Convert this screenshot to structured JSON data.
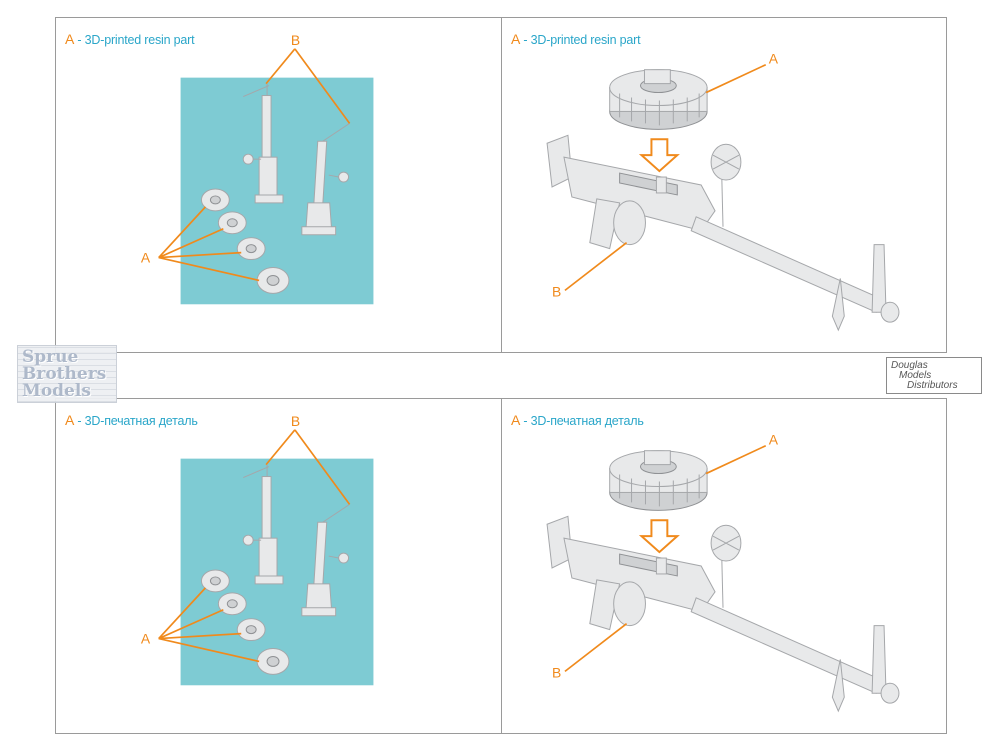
{
  "panels": {
    "top_left": {
      "key": "A",
      "caption": " - 3D-printed resin part"
    },
    "top_right": {
      "key": "A",
      "caption": " - 3D-printed resin part"
    },
    "bottom_left": {
      "key": "A",
      "caption": " - 3D-печатная деталь"
    },
    "bottom_right": {
      "key": "A",
      "caption": " - 3D-печатная деталь"
    }
  },
  "callouts": {
    "a": "A",
    "b": "B"
  },
  "watermarks": {
    "sprue": [
      "Sprue",
      "Brothers",
      "Models"
    ],
    "douglas": [
      "Douglas",
      "Models",
      "Distributors"
    ]
  },
  "colors": {
    "callout": "#f08a1c",
    "caption": "#2aa6c9",
    "backdrop": "#7ecbd3",
    "part": "#e8e9ea"
  }
}
